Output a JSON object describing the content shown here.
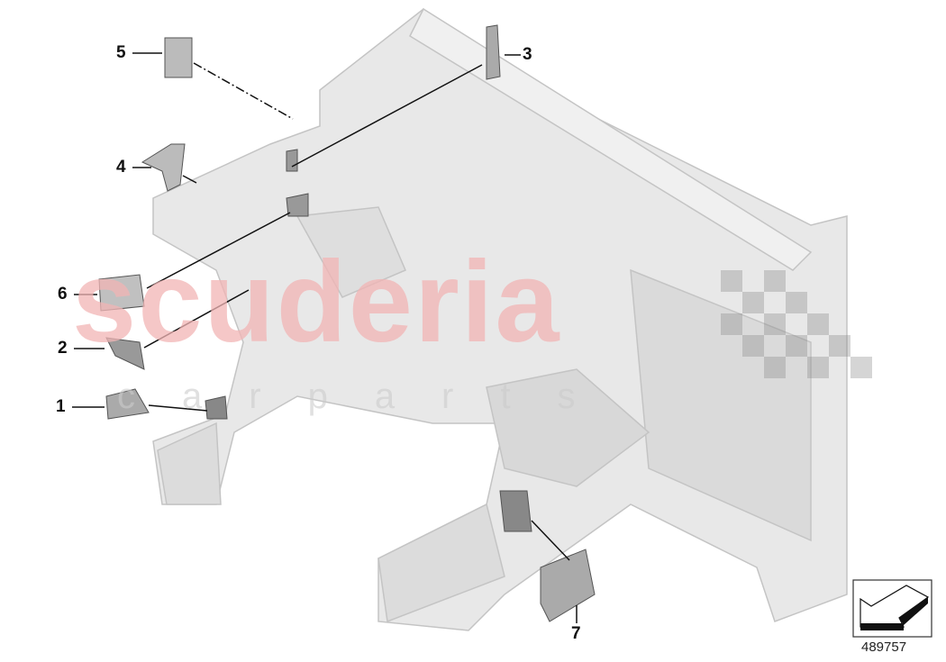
{
  "diagram": {
    "callouts": [
      {
        "id": "5",
        "label": "5"
      },
      {
        "id": "3",
        "label": "3"
      },
      {
        "id": "4",
        "label": "4"
      },
      {
        "id": "6",
        "label": "6"
      },
      {
        "id": "2",
        "label": "2"
      },
      {
        "id": "1",
        "label": "1"
      },
      {
        "id": "7",
        "label": "7"
      }
    ],
    "diagram_number": "489757",
    "orientation_icon": "arrow-front-left-icon",
    "watermark": {
      "main": "scuderia",
      "sub": "c a r   p a r t s"
    },
    "colors": {
      "body": "#e6e6e6",
      "body_edge": "#c8c8c8",
      "part": "#8c8c8c",
      "watermark": "#f2b5b5"
    }
  }
}
